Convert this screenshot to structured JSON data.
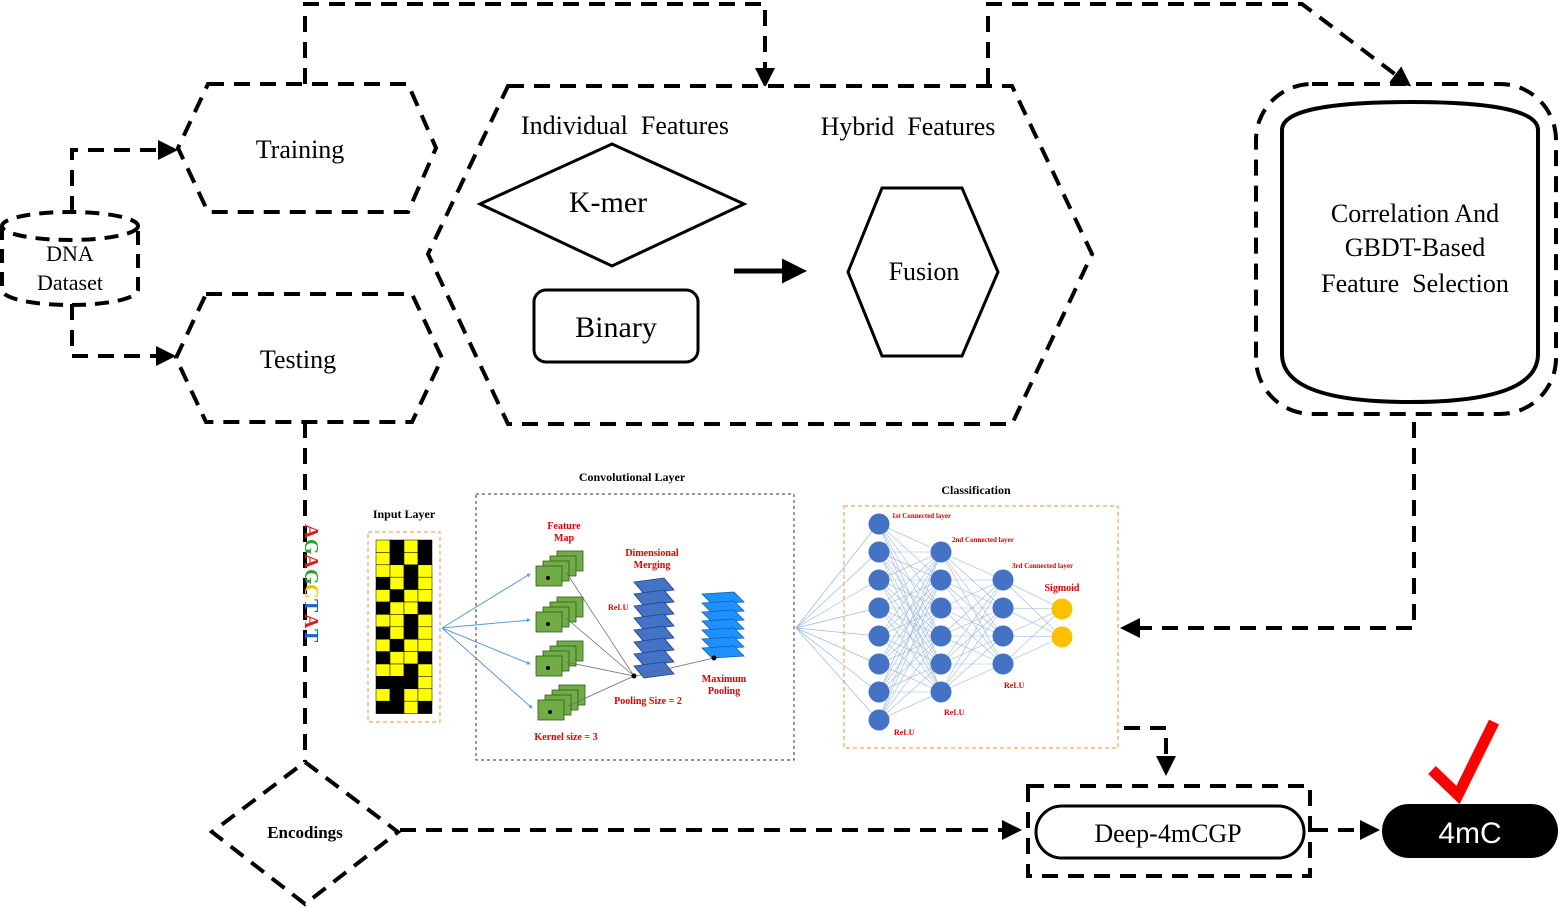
{
  "nodes": {
    "dataset_line1": "DNA",
    "dataset_line2": "Dataset",
    "training": "Training",
    "testing": "Testing",
    "individual_features": "Individual  Features",
    "hybrid_features": "Hybrid  Features",
    "kmer": "K-mer",
    "binary": "Binary",
    "fusion": "Fusion",
    "selection_line1": "Correlation And",
    "selection_line2": "GBDT-Based",
    "selection_line3": "Feature  Selection",
    "encodings": "Encodings",
    "model": "Deep-4mCGP",
    "result": "4mC"
  },
  "sequence": {
    "letters": [
      "A",
      "G",
      "A",
      "G",
      "C",
      "T",
      "A",
      "T"
    ],
    "colors": {
      "A": "#e31a1c",
      "G": "#2ca02c",
      "C": "#f2c200",
      "T": "#1f5fd1"
    }
  },
  "cnn": {
    "input_layer": "Input Layer",
    "conv_layer": "Convolutional Layer",
    "feature_map": [
      "Feature",
      "Map"
    ],
    "relu": "ReLU",
    "dimensional_merging": [
      "Dimensional",
      "Merging"
    ],
    "maximum_pooling": [
      "Maximum",
      "Pooling"
    ],
    "pooling_size": "Pooling Size = 2",
    "kernel_size": "Kernel size = 3",
    "classification": "Classification",
    "layer1": "1st Connected layer",
    "layer2": "2nd Connected layer",
    "layer3": "3rd Connected layer",
    "sigmoid": "Sigmoid",
    "input_grid": [
      [
        1,
        0,
        1,
        0
      ],
      [
        1,
        0,
        1,
        0
      ],
      [
        1,
        1,
        0,
        1
      ],
      [
        0,
        1,
        0,
        1
      ],
      [
        1,
        0,
        1,
        1
      ],
      [
        0,
        1,
        1,
        0
      ],
      [
        1,
        1,
        0,
        1
      ],
      [
        0,
        1,
        0,
        1
      ],
      [
        1,
        0,
        1,
        1
      ],
      [
        0,
        1,
        1,
        0
      ],
      [
        1,
        1,
        0,
        1
      ],
      [
        0,
        0,
        0,
        1
      ],
      [
        1,
        0,
        1,
        1
      ],
      [
        0,
        0,
        1,
        0
      ]
    ],
    "neuron_color": "#4472c4",
    "sigmoid_color": "#ffc000",
    "accent_red": "#e00000",
    "orange_border": "#f4a460"
  },
  "colors": {
    "check": "#ff0000",
    "result_bg": "#000000",
    "feature_map": "#70ad47",
    "merge": "#4472c4",
    "pool": "#1e90ff"
  }
}
